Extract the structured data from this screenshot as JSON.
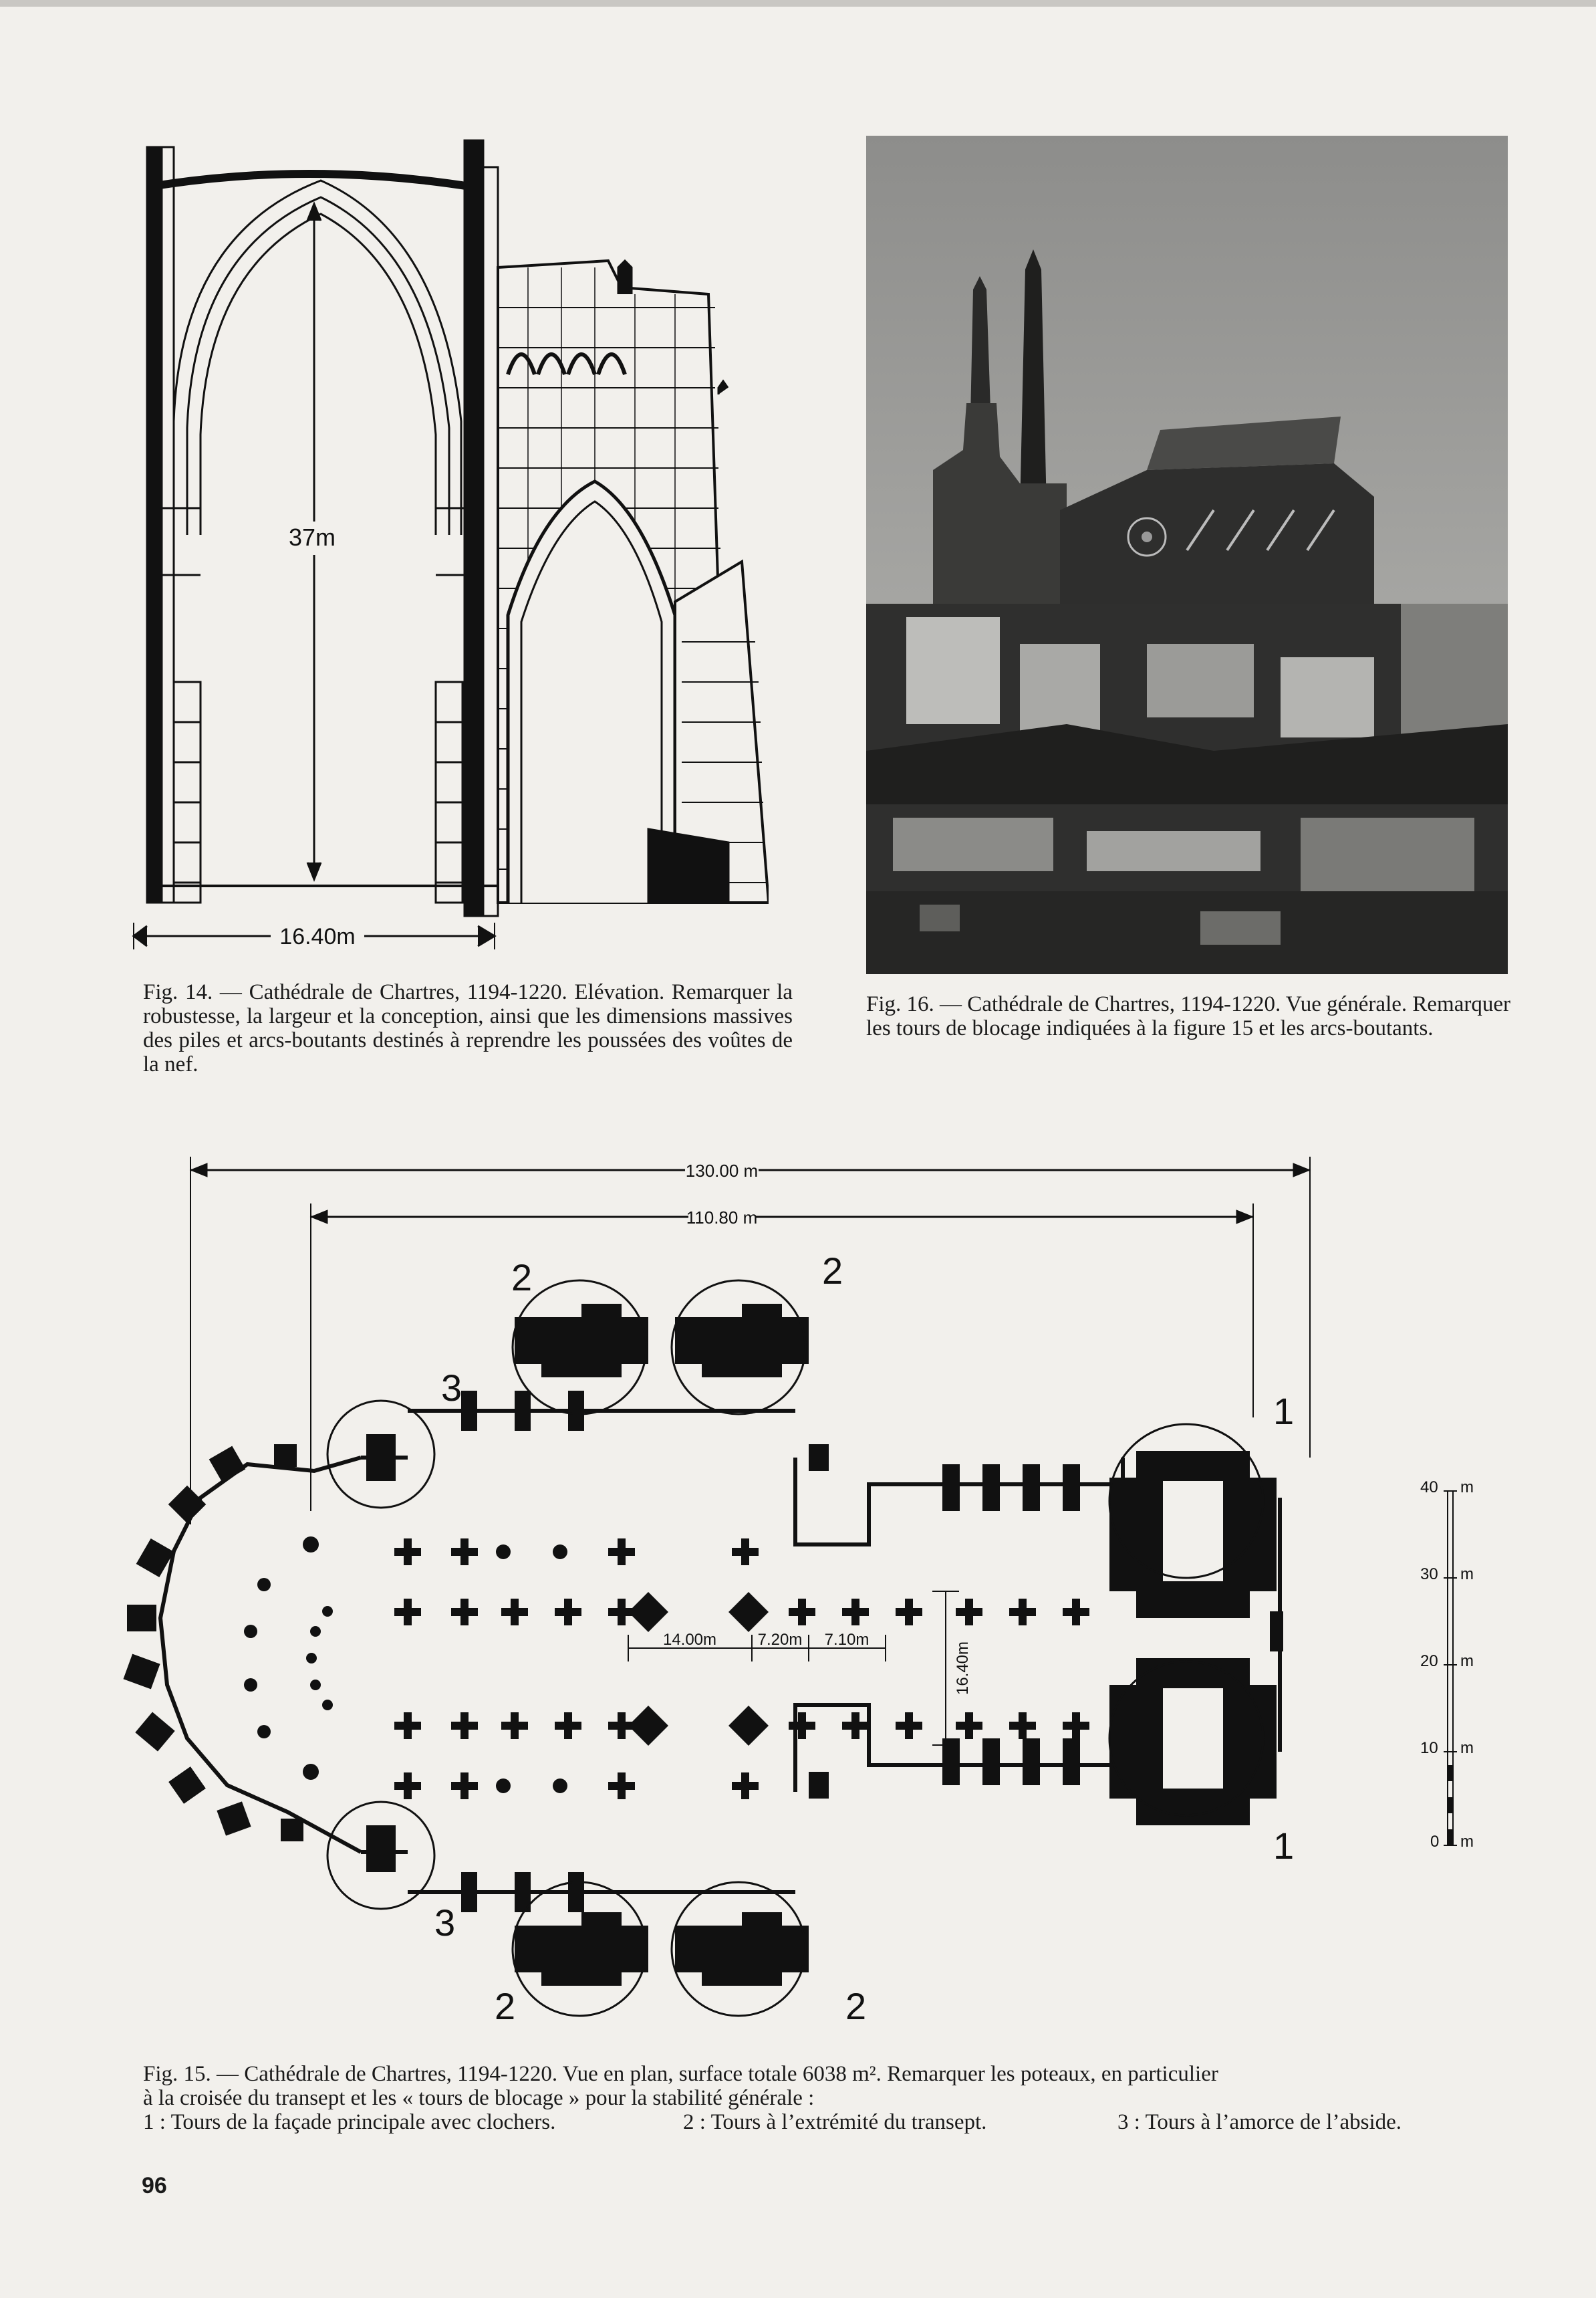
{
  "page_number": "96",
  "fig14": {
    "dim_height": "37m",
    "dim_width": "16.40m",
    "caption": "Fig. 14. — Cathédrale de Chartres, 1194-1220. Elévation. Remarquer la robustesse, la largeur et la conception, ainsi que les dimensions massives des piles et arcs-boutants destinés à reprendre les poussées des voûtes de la nef."
  },
  "fig16": {
    "caption": "Fig. 16. — Cathédrale de Chartres, 1194-1220. Vue générale. Remarquer les tours de blocage indiquées à la figure 15 et les arcs-boutants."
  },
  "fig15": {
    "dim_total": "130.00 m",
    "dim_inner": "110.80 m",
    "dim_bay1": "14.00m",
    "dim_bay2": "7.20m",
    "dim_bay3": "7.10m",
    "dim_nave": "16.40m",
    "marker_1": "1",
    "marker_2": "2",
    "marker_3": "3",
    "scale_40": "40",
    "scale_30": "30",
    "scale_20": "20",
    "scale_10": "10",
    "scale_0": "0",
    "scale_unit": "m",
    "caption_line1": "Fig. 15. — Cathédrale de Chartres, 1194-1220. Vue en plan, surface totale 6038 m². Remarquer les poteaux, en particulier",
    "caption_line2": "à la croisée du transept et les « tours de blocage » pour la stabilité générale :",
    "legend": [
      "1 : Tours de la façade principale avec clochers.",
      "2 : Tours à l’extrémité du transept.",
      "3 : Tours à l’amorce de l’abside."
    ]
  }
}
